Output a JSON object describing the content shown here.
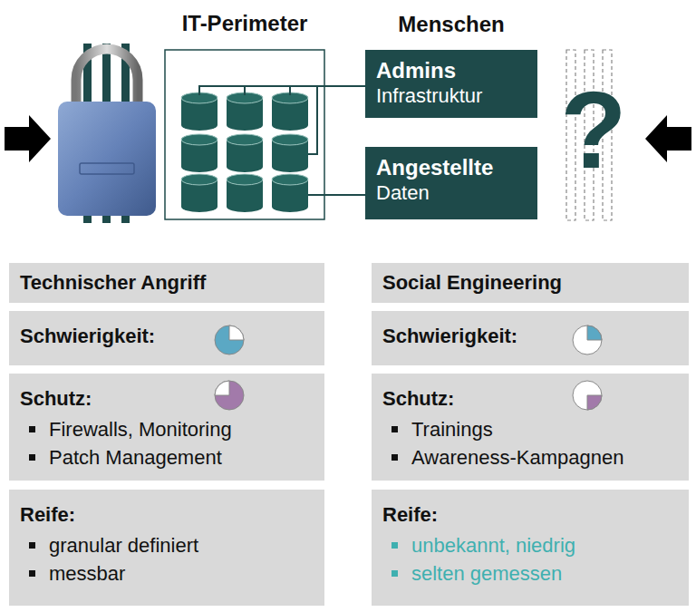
{
  "diagram": {
    "nodes": [
      {
        "text": [
          "IT-Perimeter"
        ]
      },
      {
        "text": [
          "Admins",
          "Infrastruktur"
        ]
      },
      {
        "text": [
          "Angestellte",
          "Daten"
        ]
      },
      {
        "text": [
          "Technischer Angriff"
        ]
      },
      {
        "text": [
          "Schwierigkeit:"
        ]
      },
      {
        "text": [
          "Schutz:",
          "Firewalls, Monitoring",
          "Patch Management"
        ]
      },
      {
        "text": [
          "Reife:",
          "granular definiert",
          "messbar"
        ]
      },
      {
        "text": [
          "Social Engineering"
        ]
      },
      {
        "text": [
          "Schwierigkeit:"
        ]
      },
      {
        "text": [
          "Schutz:",
          "Trainings",
          "Awareness-Kampagnen"
        ]
      },
      {
        "text": [
          "Reife:",
          "unbekannt, niedrig",
          "selten gemessen"
        ]
      }
    ],
    "edges": [
      {
        "from": 0,
        "to": 1,
        "arrow": "none"
      },
      {
        "from": 0,
        "to": 2,
        "arrow": "none"
      }
    ],
    "labels": [
      "Menschen",
      "?"
    ]
  }
}
